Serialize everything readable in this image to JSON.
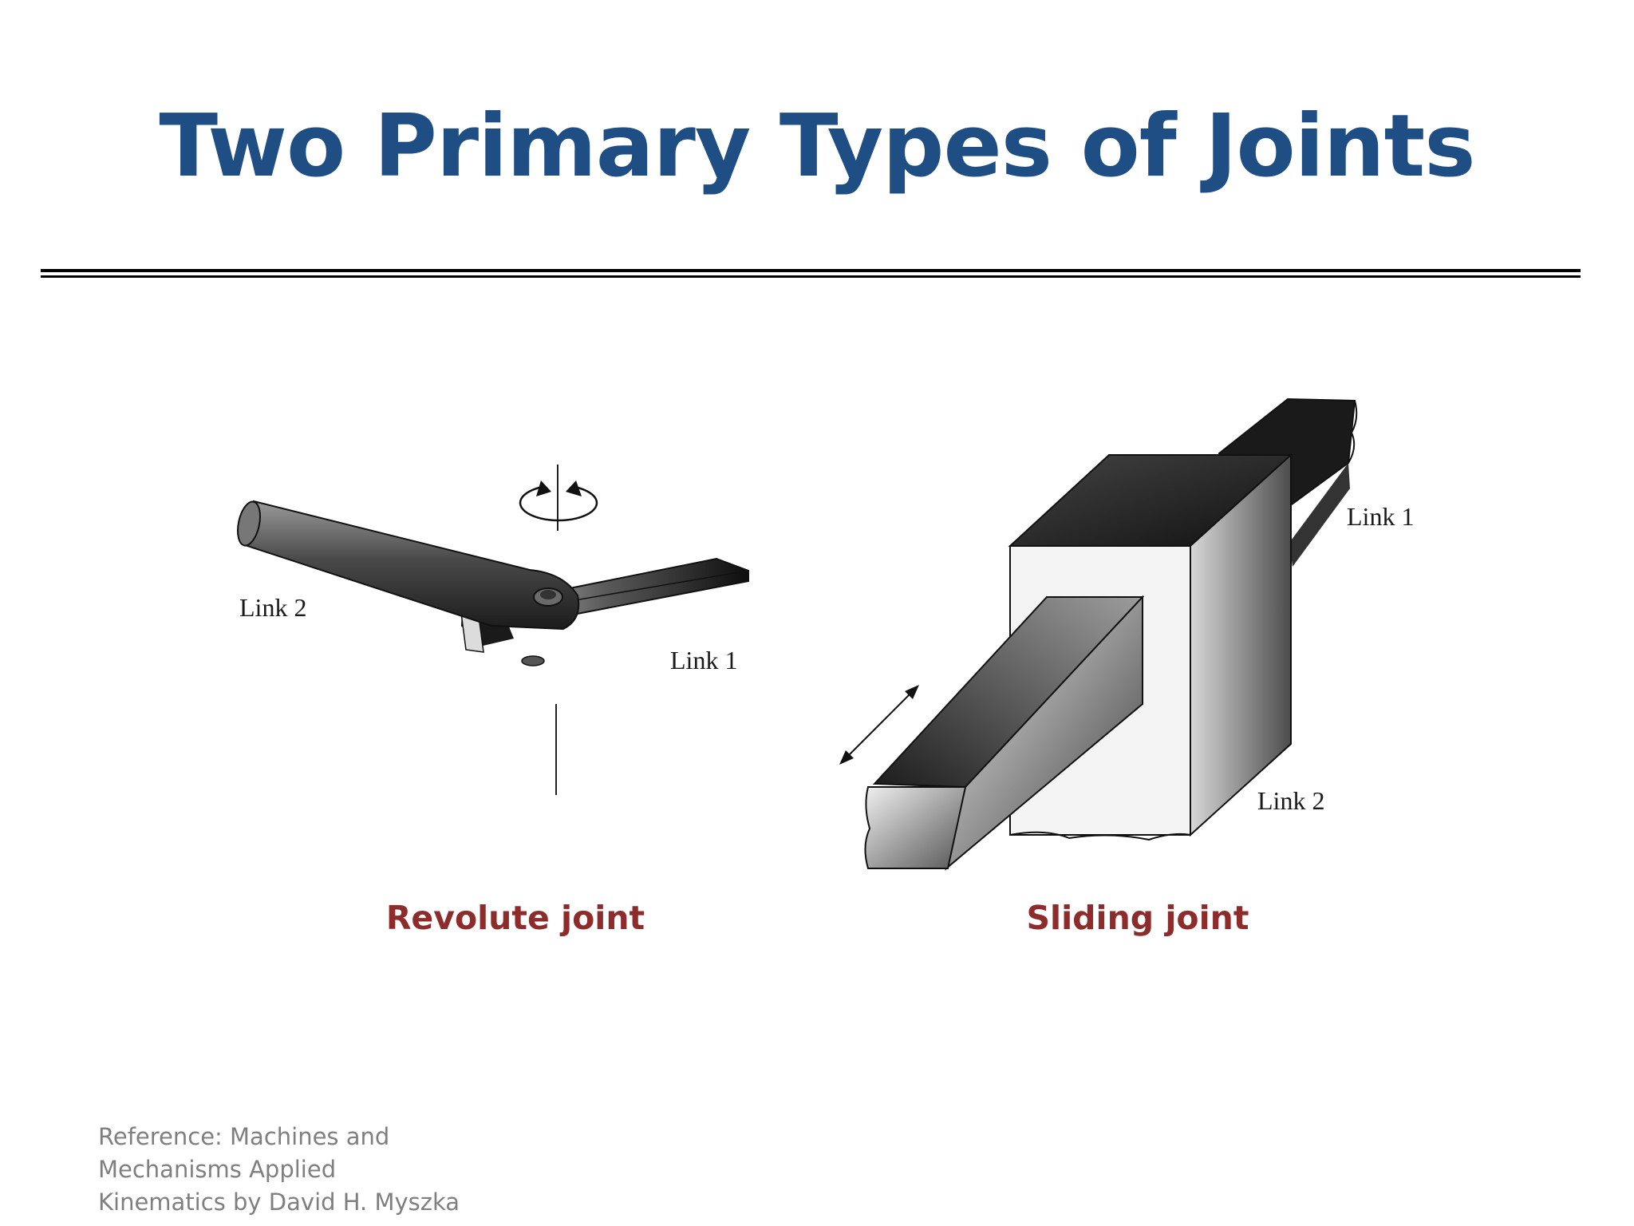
{
  "slide": {
    "title": "Two Primary Types of Joints",
    "title_color": "#1F4E84",
    "caption_color": "#8E2B2B",
    "reference_color": "#7F7F7F"
  },
  "figures": {
    "revolute": {
      "caption": "Revolute joint",
      "labels": {
        "link2": "Link 2",
        "link1": "Link 1"
      }
    },
    "sliding": {
      "caption": "Sliding joint",
      "labels": {
        "link1": "Link 1",
        "link2": "Link 2"
      }
    }
  },
  "reference": {
    "lines": [
      "Reference: Machines and",
      "Mechanisms Applied",
      "Kinematics by David H. Myszka"
    ]
  }
}
